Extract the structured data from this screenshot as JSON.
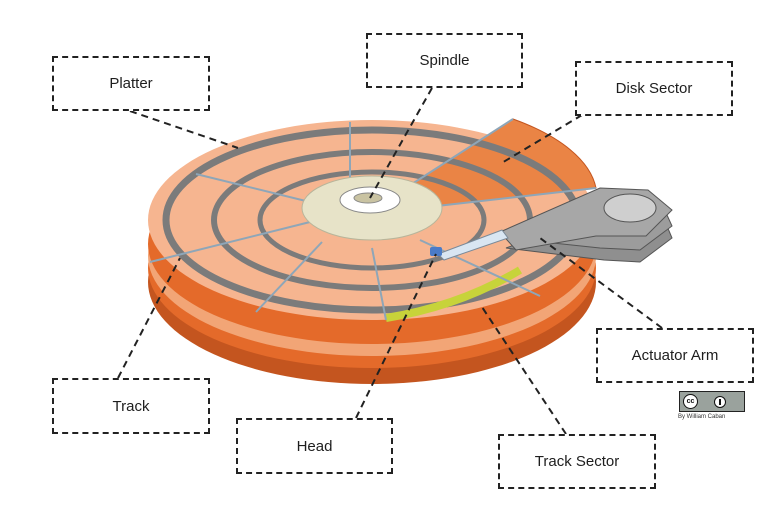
{
  "labels": {
    "platter": "Platter",
    "spindle": "Spindle",
    "disk_sector": "Disk Sector",
    "actuator_arm": "Actuator Arm",
    "track": "Track",
    "head": "Head",
    "track_sector": "Track Sector"
  },
  "license": {
    "badge_text": "cc",
    "byline": "By William Caban"
  },
  "colors": {
    "platter_top": "#f6b590",
    "platter_side": "#e46a2a",
    "platter_edge": "#c4551f",
    "track": "#7b7b7b",
    "disk_sector": "#ea8445",
    "track_sector": "#c7d33a",
    "spindle": "#e7e3c8",
    "arm": "#a7a7a7",
    "head": "#4a7bc8",
    "spoke": "#8ea6b8"
  }
}
